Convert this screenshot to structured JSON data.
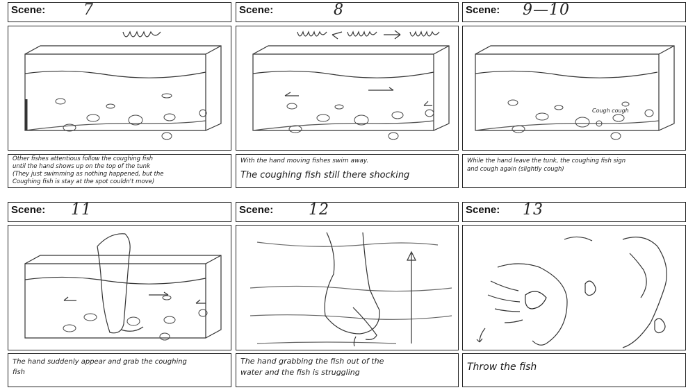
{
  "panels": [
    {
      "label": "Scene:",
      "number": "7",
      "caption": "Other fishes attentious follow the coughing fish\nuntil the hand shows up on the top of the tunk\n(They just swimming as nothing happened, but the\nCoughing fish is stay at the spot couldn't move)"
    },
    {
      "label": "Scene:",
      "number": "8",
      "caption": "With the hand moving fishes swim away.",
      "caption2": "The coughing fish still there shocking"
    },
    {
      "label": "Scene:",
      "number": "9—10",
      "caption": "While the hand leave the tunk, the coughing fish sign\nand cough again (slightly cough)",
      "sketch_text": "Cough cough"
    },
    {
      "label": "Scene:",
      "number": "11",
      "caption": "The hand suddenly appear and grab the coughing\nfish"
    },
    {
      "label": "Scene:",
      "number": "12",
      "caption": "The hand grabbing the fish out of the\nwater and the fish is struggling"
    },
    {
      "label": "Scene:",
      "number": "13",
      "caption": "Throw the fish"
    }
  ]
}
